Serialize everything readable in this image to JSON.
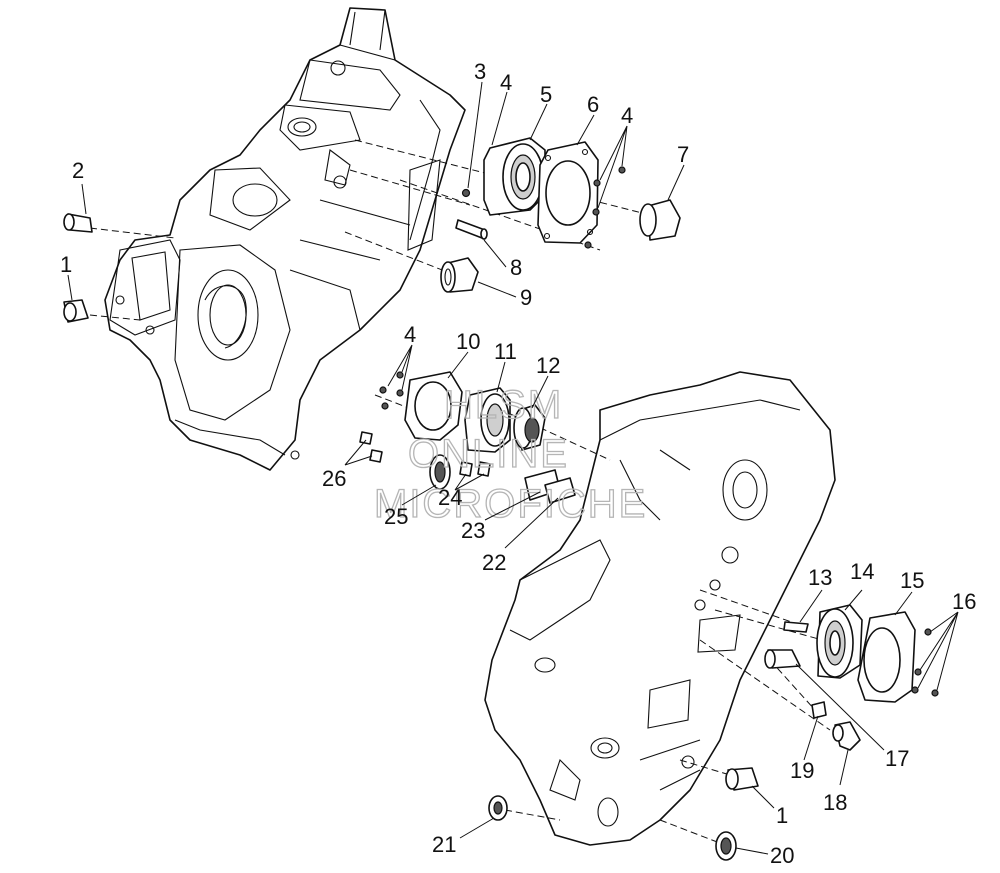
{
  "diagram": {
    "callouts": [
      "1",
      "2",
      "3",
      "4",
      "5",
      "6",
      "7",
      "8",
      "9",
      "10",
      "11",
      "12",
      "13",
      "14",
      "15",
      "16",
      "17",
      "18",
      "19",
      "20",
      "21",
      "22",
      "23",
      "24",
      "25",
      "26"
    ],
    "watermark": [
      "HLSM",
      "ONLINE",
      "MICROFICHE"
    ]
  }
}
